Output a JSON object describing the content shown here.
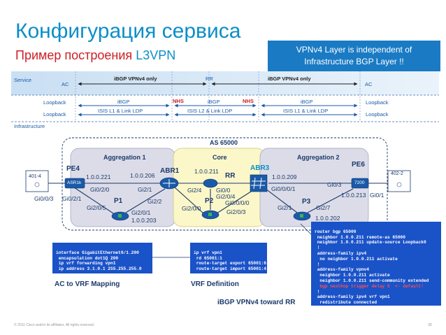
{
  "title": "Конфигурация сервиса",
  "subtitle_prefix": "Пример построения ",
  "subtitle_accent": "L3VPN",
  "callout": [
    "VPNv4 Layer is independent of",
    "Infrastructure BGP Layer !!"
  ],
  "bands": {
    "service": "Service",
    "infrastructure": "Infrastructure",
    "ac_left": "AC",
    "ac_right": "AC",
    "ibgp_vpnv4_left": "iBGP VPNv4 only",
    "rr": "RR",
    "ibgp_vpnv4_right": "iBGP VPNv4 only",
    "loopback_left_1": "Loopback",
    "loopback_left_2": "Loopback",
    "loopback_right_1": "Loopback",
    "loopback_right_2": "Loopback",
    "ibgp_1": "iBGP",
    "ibgp_2": "iBGP",
    "ibgp_3": "iBGP",
    "nhs_1": "NHS",
    "nhs_2": "NHS",
    "isis_1": "ISIS L1 & Link LDP",
    "isis_2": "ISIS L2 & Link LDP",
    "isis_3": "ISIS L1 & Link LDP"
  },
  "as_label": "AS 65000",
  "areas": {
    "aggregation1": "Aggregation 1",
    "core": "Core",
    "aggregation2": "Aggregation 2"
  },
  "routers": {
    "pe4": "PE4",
    "asr1k": "ASR1k",
    "p1": "P1",
    "abr1": "ABR1",
    "rr": "RR",
    "p2": "P2",
    "abr3": "ABR3",
    "p3": "P3",
    "pe6": "PE6",
    "r7200": "7200",
    "ce_left": "401-4",
    "ce_right": "402-2"
  },
  "addresses": {
    "pe4_lo": "1.0.0.221",
    "abr1_lo": "1.0.0.206",
    "rr_lo": "1.0.0.211",
    "abr3_lo": "1.0.0.209",
    "p1_lo": "1.0.0.203",
    "p3_lo": "1.0.0.202",
    "pe6_lo": "1.0.0.213"
  },
  "interfaces": {
    "pe4_gi003": "Gi0/0/3",
    "pe4_gi021": "Gi0/2/1",
    "pe4_gi020": "Gi0/2/0",
    "p1_gi205": "Gi2/0/5",
    "p1_gi201": "Gi2/0/1",
    "abr1_gi21": "Gi2/1",
    "abr1_gi22": "Gi2/2",
    "abr1_gi24": "Gi2/4",
    "rr_gi00": "Gi0/0",
    "rr_gi204": "Gi2/0/4",
    "p2_gi200": "Gi2/0/0",
    "p2_gi203": "Gi2/0/3",
    "abr3_gi000": "Gi0/0/0/0",
    "abr3_gi0001": "Gi0/0/0/1",
    "p3_gi21": "Gi2/1",
    "p3_gi27": "Gi2/7",
    "pe6_gi03": "Gi0/3",
    "pe6_gi01": "Gi0/1"
  },
  "config_vrf_if": [
    "interface GigabitEthernet0/1.200",
    " encapsulation dot1Q 200",
    " ip vrf forwarding vpn1",
    " ip address 3.1.0.1 255.255.255.0"
  ],
  "config_vrf_def": [
    "ip vrf vpn1",
    " rd 65001:1",
    " route-target export 65001:6",
    " route-target import 65001:4"
  ],
  "config_bgp": [
    "router bgp 65000",
    " neighbor 1.0.0.211 remote-as 65000",
    " neighbor 1.0.0.211 update-source Loopback0",
    " !",
    " address-family ipv4",
    "  no neighbor 1.0.0.211 activate",
    " !",
    " address-family vpnv4",
    "  neighbor 1.0.0.211 activate",
    "  neighbor 1.0.0.211 send-community extended",
    "  bgp nexthop trigger delay 5  <- default!",
    " !",
    " address-family ipv4 vrf vpn1",
    "  redistribute connected"
  ],
  "captions": {
    "ac_to_vrf": "AC to VRF Mapping",
    "vrf_def": "VRF Definition",
    "ibgp_rr": "iBGP VPNv4 toward RR"
  },
  "footer": "© 2011 Cisco and/or its affiliates. All rights reserved.",
  "page_number": "39",
  "colors": {
    "accent": "#0c8ec7",
    "red": "#cc1f26",
    "callout_bg": "#1a7bc4",
    "config_bg": "#1a52c8"
  }
}
